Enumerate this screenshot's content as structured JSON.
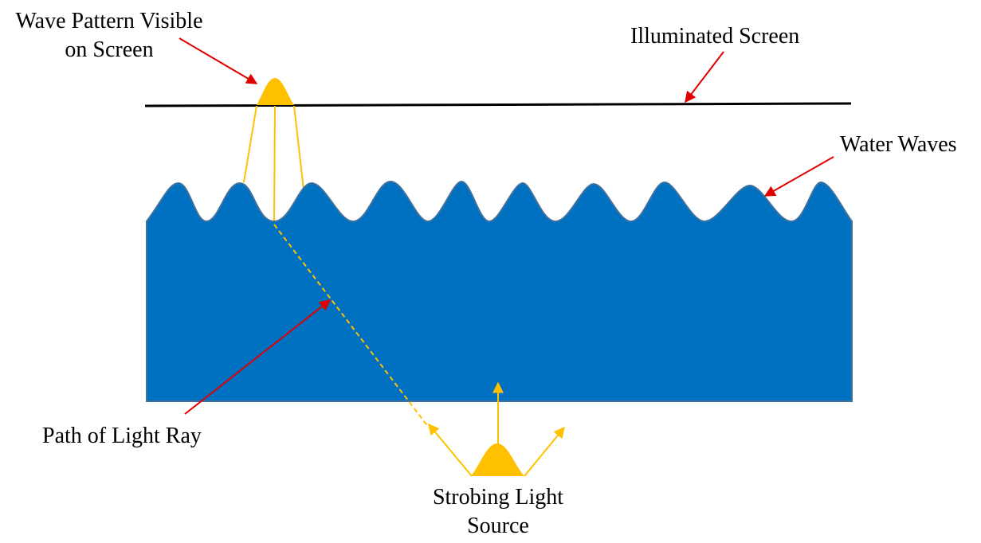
{
  "labels": {
    "wave_pattern": [
      "Wave Pattern Visible",
      "on Screen"
    ],
    "screen": "Illuminated Screen",
    "water_waves": "Water Waves",
    "light_path": "Path of Light Ray",
    "light_source": [
      "Strobing Light",
      "Source"
    ]
  },
  "colors": {
    "water": "#0070C0",
    "water_edge": "#41719C",
    "light": "#FFC000",
    "annotation_arrow": "#E00000",
    "screen_line": "#000000"
  }
}
